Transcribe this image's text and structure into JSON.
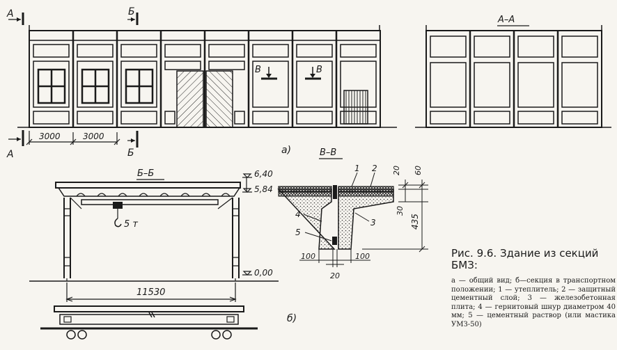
{
  "labels": {
    "section_a": "А",
    "section_b": "Б",
    "section_aa": "А–А",
    "section_bb": "Б–Б",
    "section_vv": "В–В",
    "section_v": "В",
    "part_a": "а)",
    "part_b": "б)"
  },
  "dimensions": {
    "bay_1": "3000",
    "bay_2": "3000",
    "span": "11530",
    "crane": "5 т",
    "level_top": "6,40",
    "level_crane": "5,84",
    "level_floor": "0,00",
    "d_20_top": "20",
    "d_60": "60",
    "d_30": "30",
    "d_435": "435",
    "d_100_left": "100",
    "d_100_right": "100",
    "d_20_bottom": "20"
  },
  "callouts": {
    "n1": "1",
    "n2": "2",
    "n3": "3",
    "n4": "4",
    "n5": "5"
  },
  "caption": {
    "title": "Рис. 9.6. Здание из секций БМЗ:",
    "body": "а — общий вид; б—секция в транспортном положении; 1 — утеплитель; 2 — защитный цементный слой; 3 — железобетонная плита; 4 — гернитовый шнур диаметром 40 мм; 5 — цементный раствор (или мастика УМЗ-50)"
  }
}
